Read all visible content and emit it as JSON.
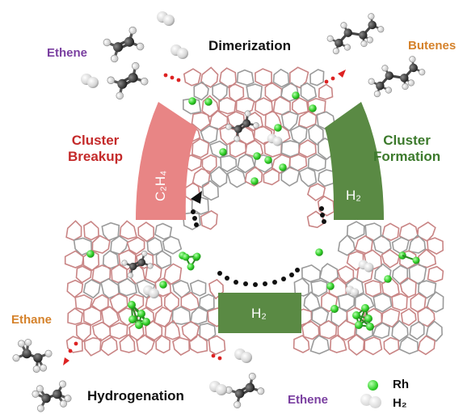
{
  "labels": {
    "dimerization": "Dimerization",
    "hydrogenation": "Hydrogenation",
    "ethene_top": "Ethene",
    "ethene_bottom": "Ethene",
    "butenes": "Butenes",
    "ethane": "Ethane",
    "cluster_breakup": "Cluster\nBreakup",
    "cluster_formation": "Cluster\nFormation",
    "c2h4_band": "C₂H₄",
    "h2_band_right": "H₂",
    "h2_band_bottom": "H₂"
  },
  "legend": {
    "rh_label": "Rh",
    "h2_label": "H₂"
  },
  "colors": {
    "breakup_band": "#e88585",
    "formation_band": "#5a8a44",
    "bottom_band": "#5a8a44",
    "rh_atom": "#33d12a",
    "h2_atom": "#d8d8d8",
    "carbon": "#2e2e2e",
    "hydrogen": "#f2f2f2",
    "lattice_red": "#c98585",
    "lattice_gray": "#9a9a9a",
    "dots_red": "#dd2222"
  }
}
